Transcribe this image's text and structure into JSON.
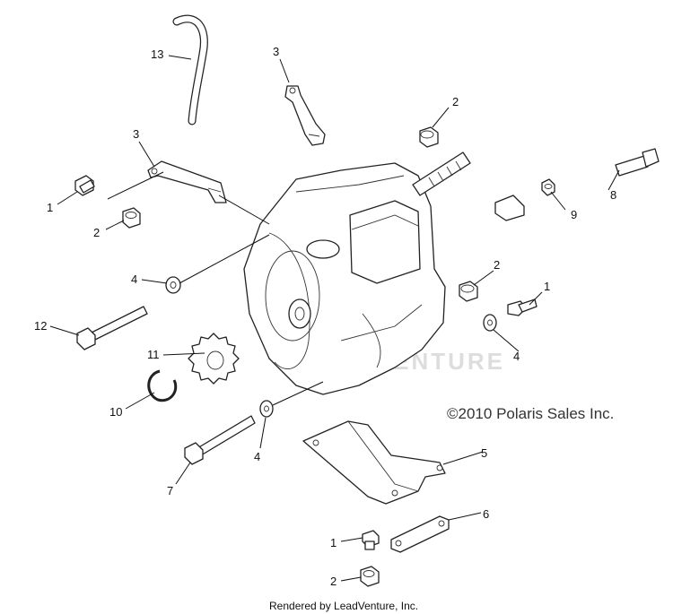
{
  "diagram": {
    "copyright": "©2010 Polaris Sales Inc.",
    "footer": "Rendered by LeadVenture, Inc.",
    "watermark": "LEADVENTURE",
    "callouts": [
      {
        "id": "c13a",
        "label": "13"
      },
      {
        "id": "c3a",
        "label": "3"
      },
      {
        "id": "c3b",
        "label": "3"
      },
      {
        "id": "c2a",
        "label": "2"
      },
      {
        "id": "c1a",
        "label": "1"
      },
      {
        "id": "c2b",
        "label": "2"
      },
      {
        "id": "c8",
        "label": "8"
      },
      {
        "id": "c9",
        "label": "9"
      },
      {
        "id": "c4a",
        "label": "4"
      },
      {
        "id": "c2c",
        "label": "2"
      },
      {
        "id": "c1b",
        "label": "1"
      },
      {
        "id": "c12",
        "label": "12"
      },
      {
        "id": "c4b",
        "label": "4"
      },
      {
        "id": "c11",
        "label": "11"
      },
      {
        "id": "c10",
        "label": "10"
      },
      {
        "id": "c4c",
        "label": "4"
      },
      {
        "id": "c5",
        "label": "5"
      },
      {
        "id": "c7",
        "label": "7"
      },
      {
        "id": "c6",
        "label": "6"
      },
      {
        "id": "c1c",
        "label": "1"
      },
      {
        "id": "c2d",
        "label": "2"
      }
    ]
  }
}
